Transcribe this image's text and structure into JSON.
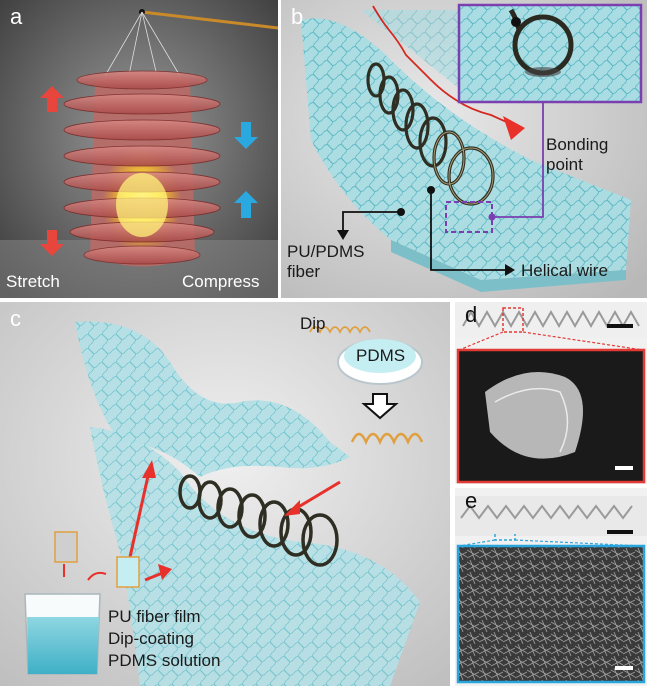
{
  "panels": {
    "a": {
      "label": "a",
      "stretch_label": "Stretch",
      "compress_label": "Compress",
      "arrow_colors": {
        "stretch": "#e8453c",
        "compress": "#2aa8e0"
      }
    },
    "b": {
      "label": "b",
      "bonding_point_label": "Bonding\npoint",
      "fiber_label": "PU/PDMS\nfiber",
      "helical_wire_label": "Helical wire",
      "inset_border_color": "#7a3fb0"
    },
    "c": {
      "label": "c",
      "dip_label": "Dip",
      "dish_label": "PDMS",
      "process_labels": [
        "PU fiber film",
        "Dip-coating",
        "PDMS solution"
      ]
    },
    "d": {
      "label": "d",
      "border_color": "#e23a34"
    },
    "e": {
      "label": "e",
      "border_color": "#2aa4dc"
    }
  },
  "colors": {
    "fiber": "#7fd0da",
    "spring": "#3b3a2c",
    "arrow_red": "#e8312b"
  }
}
